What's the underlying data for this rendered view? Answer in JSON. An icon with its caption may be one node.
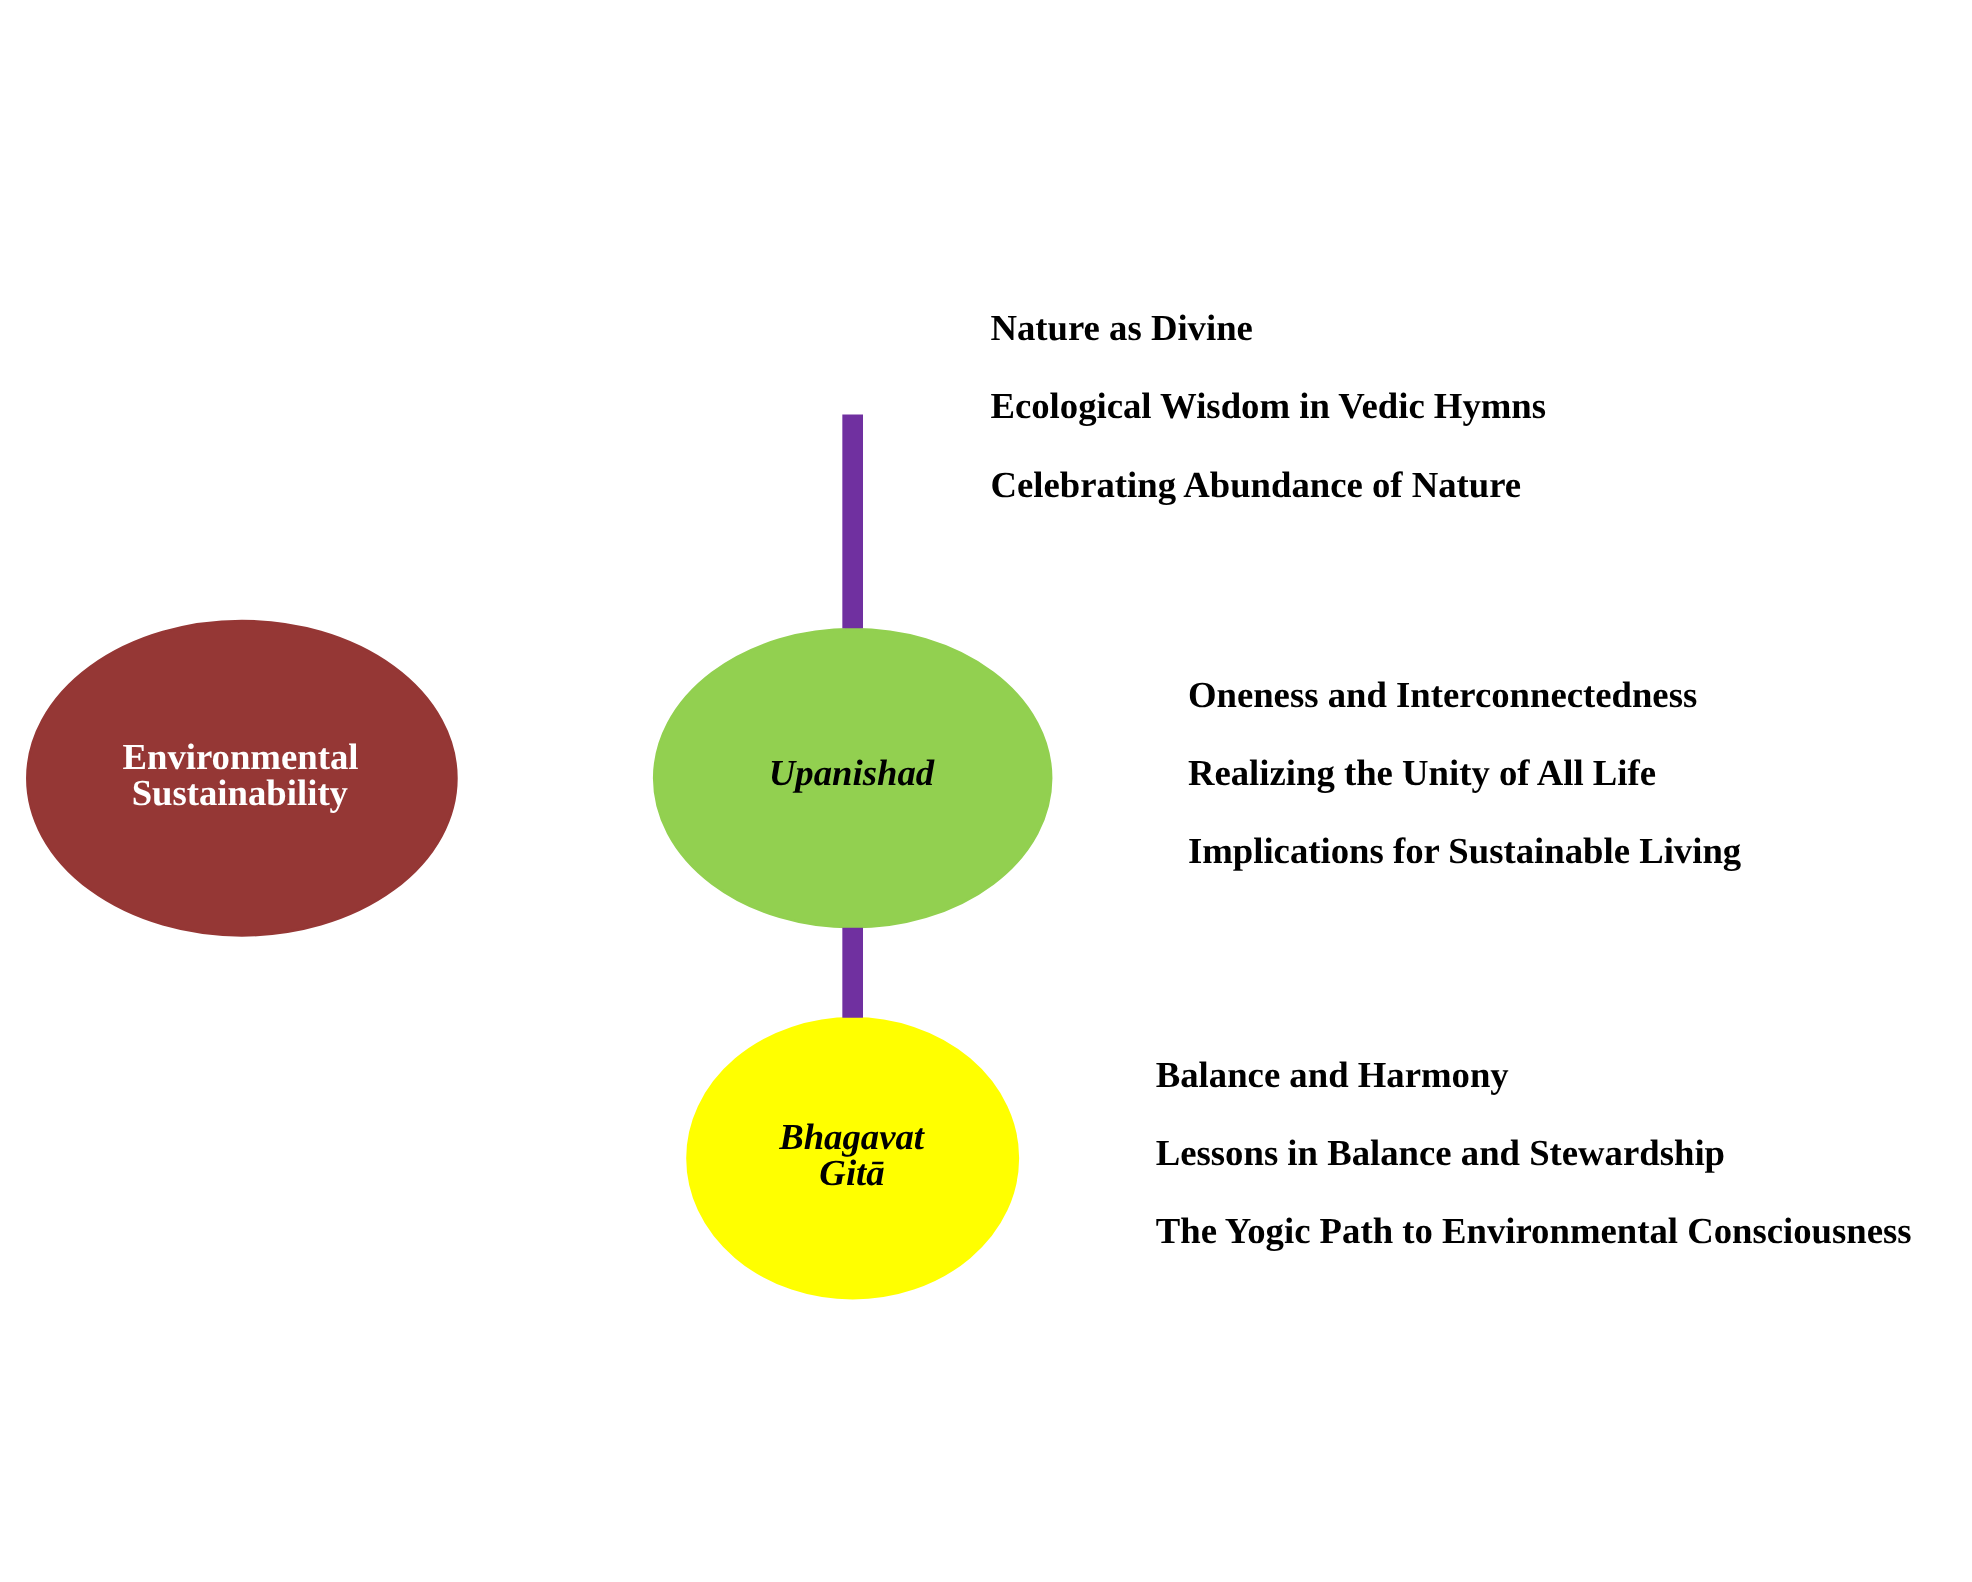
{
  "diagram": {
    "nodes": [
      {
        "text": [
          "Environmental Sustainability"
        ]
      },
      {
        "text": [
          "Upanishad"
        ],
        "beside": [
          "Oneness and Interconnectedness",
          "Realizing the Unity of All Life",
          "Implications for Sustainable Living"
        ]
      },
      {
        "text": [
          "Bhagavat Gitā"
        ],
        "beside": [
          "Balance and Harmony",
          "Lessons in Balance and Stewardship",
          "The Yogic Path to Environmental Consciousness"
        ]
      }
    ],
    "edges": [
      {
        "from": null,
        "to": 1,
        "arrow": "none"
      },
      {
        "from": 1,
        "to": 2,
        "arrow": "none"
      }
    ],
    "labels": [
      "Nature as Divine",
      "Ecological Wisdom in Vedic Hymns",
      "Celebrating Abundance of Nature"
    ]
  }
}
